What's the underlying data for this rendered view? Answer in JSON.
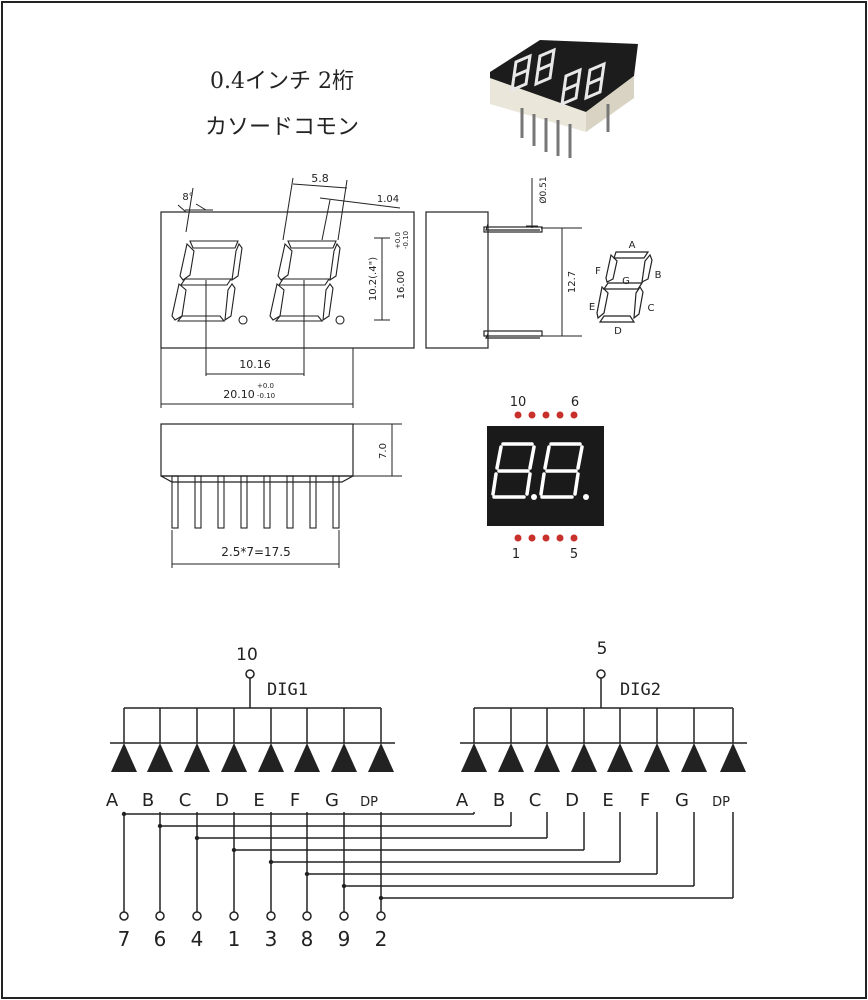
{
  "title": {
    "size_label": "0.4インチ 2桁",
    "type_label": "カソードコモン"
  },
  "colors": {
    "line": "#222222",
    "led_dot": "#c8302c",
    "display_bg": "#1a1a1a",
    "segment_lit": "#ffffff"
  },
  "front_view": {
    "angle_label": "8°",
    "digit_width_label": "5.8",
    "segment_width_label": "1.04",
    "digit_height_label": "10.2(.4\")",
    "height_label": "16.00",
    "height_tol_plus": "+0.0",
    "height_tol_minus": "-0.10",
    "pitch_label": "10.16",
    "width_label": "20.10",
    "width_tol_plus": "+0.0",
    "width_tol_minus": "-0.10"
  },
  "side_view": {
    "pin_dia_label": "Ø0.51",
    "pin_span_label": "12.7"
  },
  "segment_map": {
    "labels": [
      "A",
      "B",
      "C",
      "D",
      "E",
      "F",
      "G"
    ]
  },
  "bottom_view": {
    "height_label": "7.0",
    "pin_pitch_label": "2.5*7=17.5"
  },
  "pin_diagram": {
    "top_left": "10",
    "top_right": "6",
    "bottom_left": "1",
    "bottom_right": "5"
  },
  "schematic": {
    "dig1_pin": "10",
    "dig1_label": "DIG1",
    "dig2_pin": "5",
    "dig2_label": "DIG2",
    "segments": [
      "A",
      "B",
      "C",
      "D",
      "E",
      "F",
      "G",
      "DP"
    ],
    "pins": [
      "7",
      "6",
      "4",
      "1",
      "3",
      "8",
      "9",
      "2"
    ]
  }
}
